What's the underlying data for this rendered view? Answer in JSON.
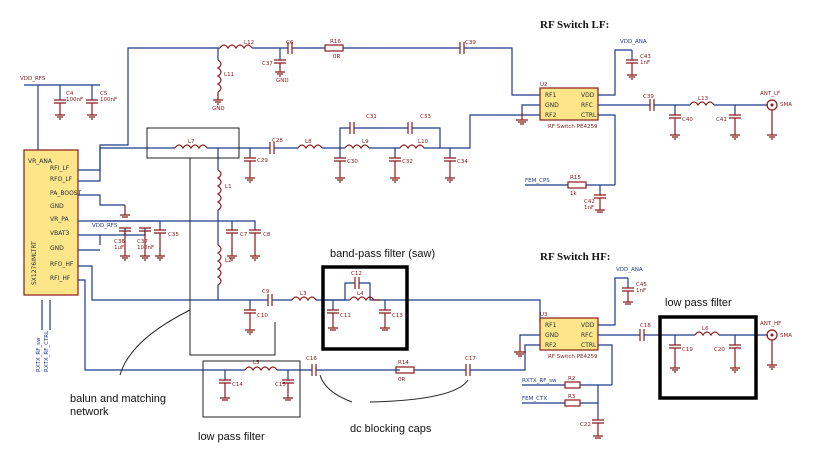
{
  "switch_lf": {
    "title": "RF Switch LF:",
    "chip_label": "RF Switch  PE4259",
    "pins": [
      "RF1",
      "GND",
      "RF2",
      "VDD",
      "RFC",
      "CTRL"
    ],
    "vdd_label": "VDD_ANA",
    "ant_label": "ANT_LF",
    "sma_label": "SMA",
    "ctrl_net": "FEM_CPS"
  },
  "switch_hf": {
    "title": "RF Switch HF:",
    "chip_label": "RF Switch  PE4259",
    "pins": [
      "RF1",
      "GND",
      "RF2",
      "VDD",
      "RFC",
      "CTRL"
    ],
    "vdd_label": "VDD_ANA",
    "ant_label": "ANT_HF",
    "sma_label": "SMA",
    "ctrl_net_1": "RXTX_RF_sw",
    "ctrl_net_2": "FEM_CTX"
  },
  "transceiver": {
    "pins": [
      "VR_ANA",
      "RFI_LF",
      "RFO_LF",
      "PA_BOOST",
      "GND",
      "VR_PA",
      "VBAT3",
      "GND",
      "RFO_HF",
      "RFI_HF"
    ],
    "part_label": "SX1276IMLTRT",
    "supply_label": "VDD_RFS",
    "supply_label_2": "VDD_RFS"
  },
  "components": {
    "L12": "L12",
    "L11": "L11",
    "C6": "C6",
    "R16": "R16",
    "R16_val": "0R",
    "C39": "C39",
    "C37": "C37",
    "C4": "C4",
    "C5": "C5",
    "C4_val": "100nF",
    "C5_val": "100nF",
    "L7": "L7",
    "L1": "L1",
    "L2": "L2",
    "C28": "C28",
    "L8": "L8",
    "C29": "C29",
    "C31": "C31",
    "C33": "C33",
    "L9": "L9",
    "L10": "L10",
    "C30": "C30",
    "C32": "C32",
    "C34": "C34",
    "C36": "C36",
    "C35": "C35",
    "C7": "C7",
    "C8": "C8",
    "C9": "C9",
    "C36_val": "1uF",
    "C37_val": "100nF",
    "C43": "C43",
    "C43_val": "1nF",
    "C39b": "C39",
    "L13": "L13",
    "C40": "C40",
    "C41": "C41",
    "R15": "R15",
    "R15_val": "1k",
    "C42": "C42",
    "C42_val": "1nF",
    "C12": "C12",
    "L4": "L4",
    "C11": "C11",
    "C13": "C13",
    "L3": "L3",
    "C10": "C10",
    "C45": "C45",
    "C45_val": "1nF",
    "C18": "C18",
    "L6": "L6",
    "C19": "C19",
    "C20": "C20",
    "C16": "C16",
    "L5": "L5",
    "C14": "C14",
    "C15": "C15",
    "R14": "R14",
    "R14_val": "0R",
    "C17": "C17",
    "R2": "R2",
    "R3": "R3",
    "C22": "C22",
    "U2": "U2",
    "U3": "U3",
    "gnd": "GND"
  },
  "annotations": {
    "band_pass": "band-pass filter (saw)",
    "low_pass_right": "low pass filter",
    "low_pass_bottom": "low pass filter",
    "dc_blocking": "dc blocking caps",
    "balun": "balun and matching network"
  },
  "left_nets": [
    "RXTX_RF_sw",
    "RXTX_RF_CTRL"
  ]
}
